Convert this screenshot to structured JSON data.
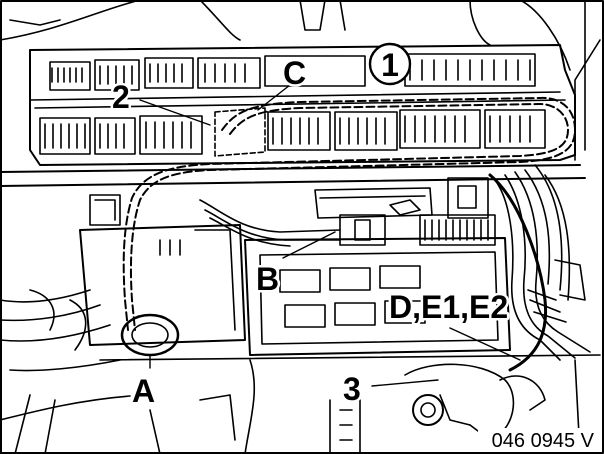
{
  "figure": {
    "labels": {
      "part_1": "1",
      "part_2": "2",
      "part_3": "3",
      "label_a": "A",
      "label_b": "B",
      "label_c": "C",
      "label_d_e1_e2": "D,E1,E2"
    },
    "reference_number": "046 0945 V"
  }
}
